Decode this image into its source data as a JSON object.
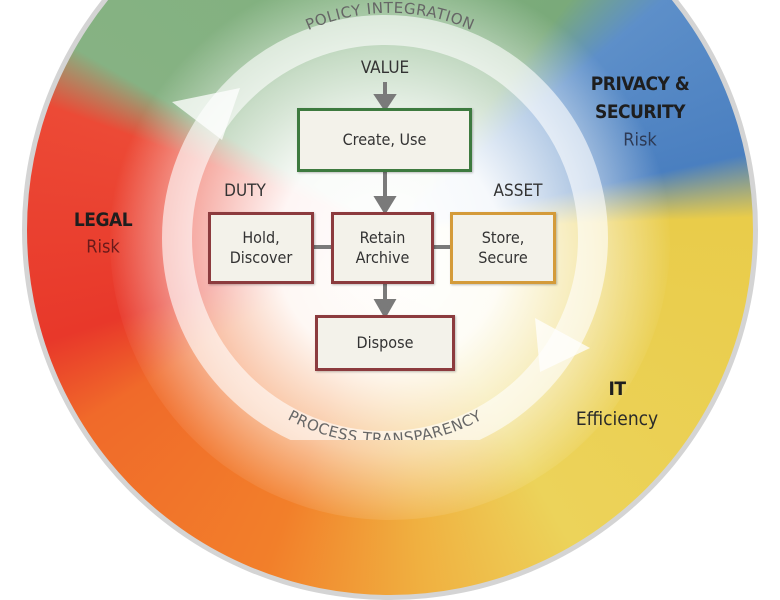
{
  "ring": {
    "top_label": "POLICY INTEGRATION",
    "bottom_label": "PROCESS TRANSPARENCY"
  },
  "sectors": {
    "privacy": {
      "title_1": "PRIVACY &",
      "title_2": "SECURITY",
      "subtitle": "Risk",
      "color": "#4f86c6"
    },
    "legal": {
      "title": "LEGAL",
      "subtitle": "Risk",
      "color": "#e5322a"
    },
    "it": {
      "title": "IT",
      "subtitle": "Efficiency",
      "color": "#e9cc4a"
    },
    "business": {
      "color": "#6ea56e"
    },
    "orange": {
      "color": "#f2842a"
    }
  },
  "flow": {
    "value_label": "VALUE",
    "duty_label": "DUTY",
    "asset_label": "ASSET",
    "create_use": "Create, Use",
    "hold_1": "Hold,",
    "hold_2": "Discover",
    "retain_1": "Retain",
    "retain_2": "Archive",
    "store_1": "Store,",
    "store_2": "Secure",
    "dispose": "Dispose"
  }
}
